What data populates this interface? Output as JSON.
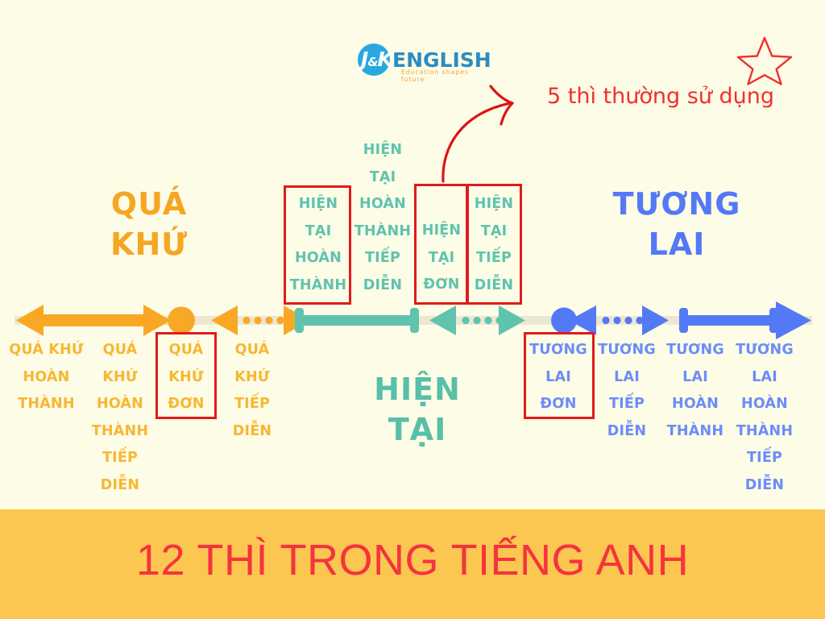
{
  "logo": {
    "mark": "J&K",
    "amp": "&",
    "name": "ENGLISH",
    "tagline": "Education shapes future",
    "circle_color": "#29A8E0",
    "text_color": "#2B8CC4",
    "tagline_color": "#F2A23C"
  },
  "annotation": {
    "text": "5 thì thường sử dụng",
    "color": "#F03030",
    "star": "star-outline",
    "arrow": "curved-arrow"
  },
  "headings": {
    "past": "QUÁ\nKHỨ",
    "past_line1": "QUÁ",
    "past_line2": "KHỨ",
    "present_line1": "HIỆN",
    "present_line2": "TẠI",
    "future_line1": "TƯƠNG",
    "future_line2": "LAI",
    "past_color": "#F5A623",
    "present_color": "#58BFA8",
    "future_color": "#5479F7"
  },
  "timeline": {
    "past_color": "#F9A825",
    "present_color": "#5FC3AE",
    "future_color": "#5479F7",
    "track_color": "#EDE7D2"
  },
  "tenses": {
    "past": [
      {
        "label": "QUÁ KHỨ HOÀN THÀNH",
        "highlighted": false
      },
      {
        "label": "QUÁ KHỨ HOÀN THÀNH TIẾP DIỄN",
        "highlighted": false
      },
      {
        "label": "QUÁ KHỨ ĐƠN",
        "highlighted": true
      },
      {
        "label": "QUÁ KHỨ TIẾP DIỄN",
        "highlighted": false
      }
    ],
    "present": [
      {
        "label": "HIỆN TẠI HOÀN THÀNH",
        "highlighted": true
      },
      {
        "label": "HIỆN TẠI HOÀN THÀNH TIẾP DIỄN",
        "highlighted": false
      },
      {
        "label": "HIỆN TẠI ĐƠN",
        "highlighted": true
      },
      {
        "label": "HIỆN TẠI TIẾP DIỄN",
        "highlighted": true
      }
    ],
    "future": [
      {
        "label": "TƯƠNG LAI ĐƠN",
        "highlighted": true
      },
      {
        "label": "TƯƠNG LAI TIẾP DIỄN",
        "highlighted": false
      },
      {
        "label": "TƯƠNG LAI HOÀN THÀNH",
        "highlighted": false
      },
      {
        "label": "TƯƠNG LAI HOÀN THÀNH TIẾP DIỄN",
        "highlighted": false
      }
    ]
  },
  "banner": {
    "title": "12 THÌ TRONG TIẾNG ANH",
    "background": "#FCC751",
    "text_color": "#F5333F"
  }
}
